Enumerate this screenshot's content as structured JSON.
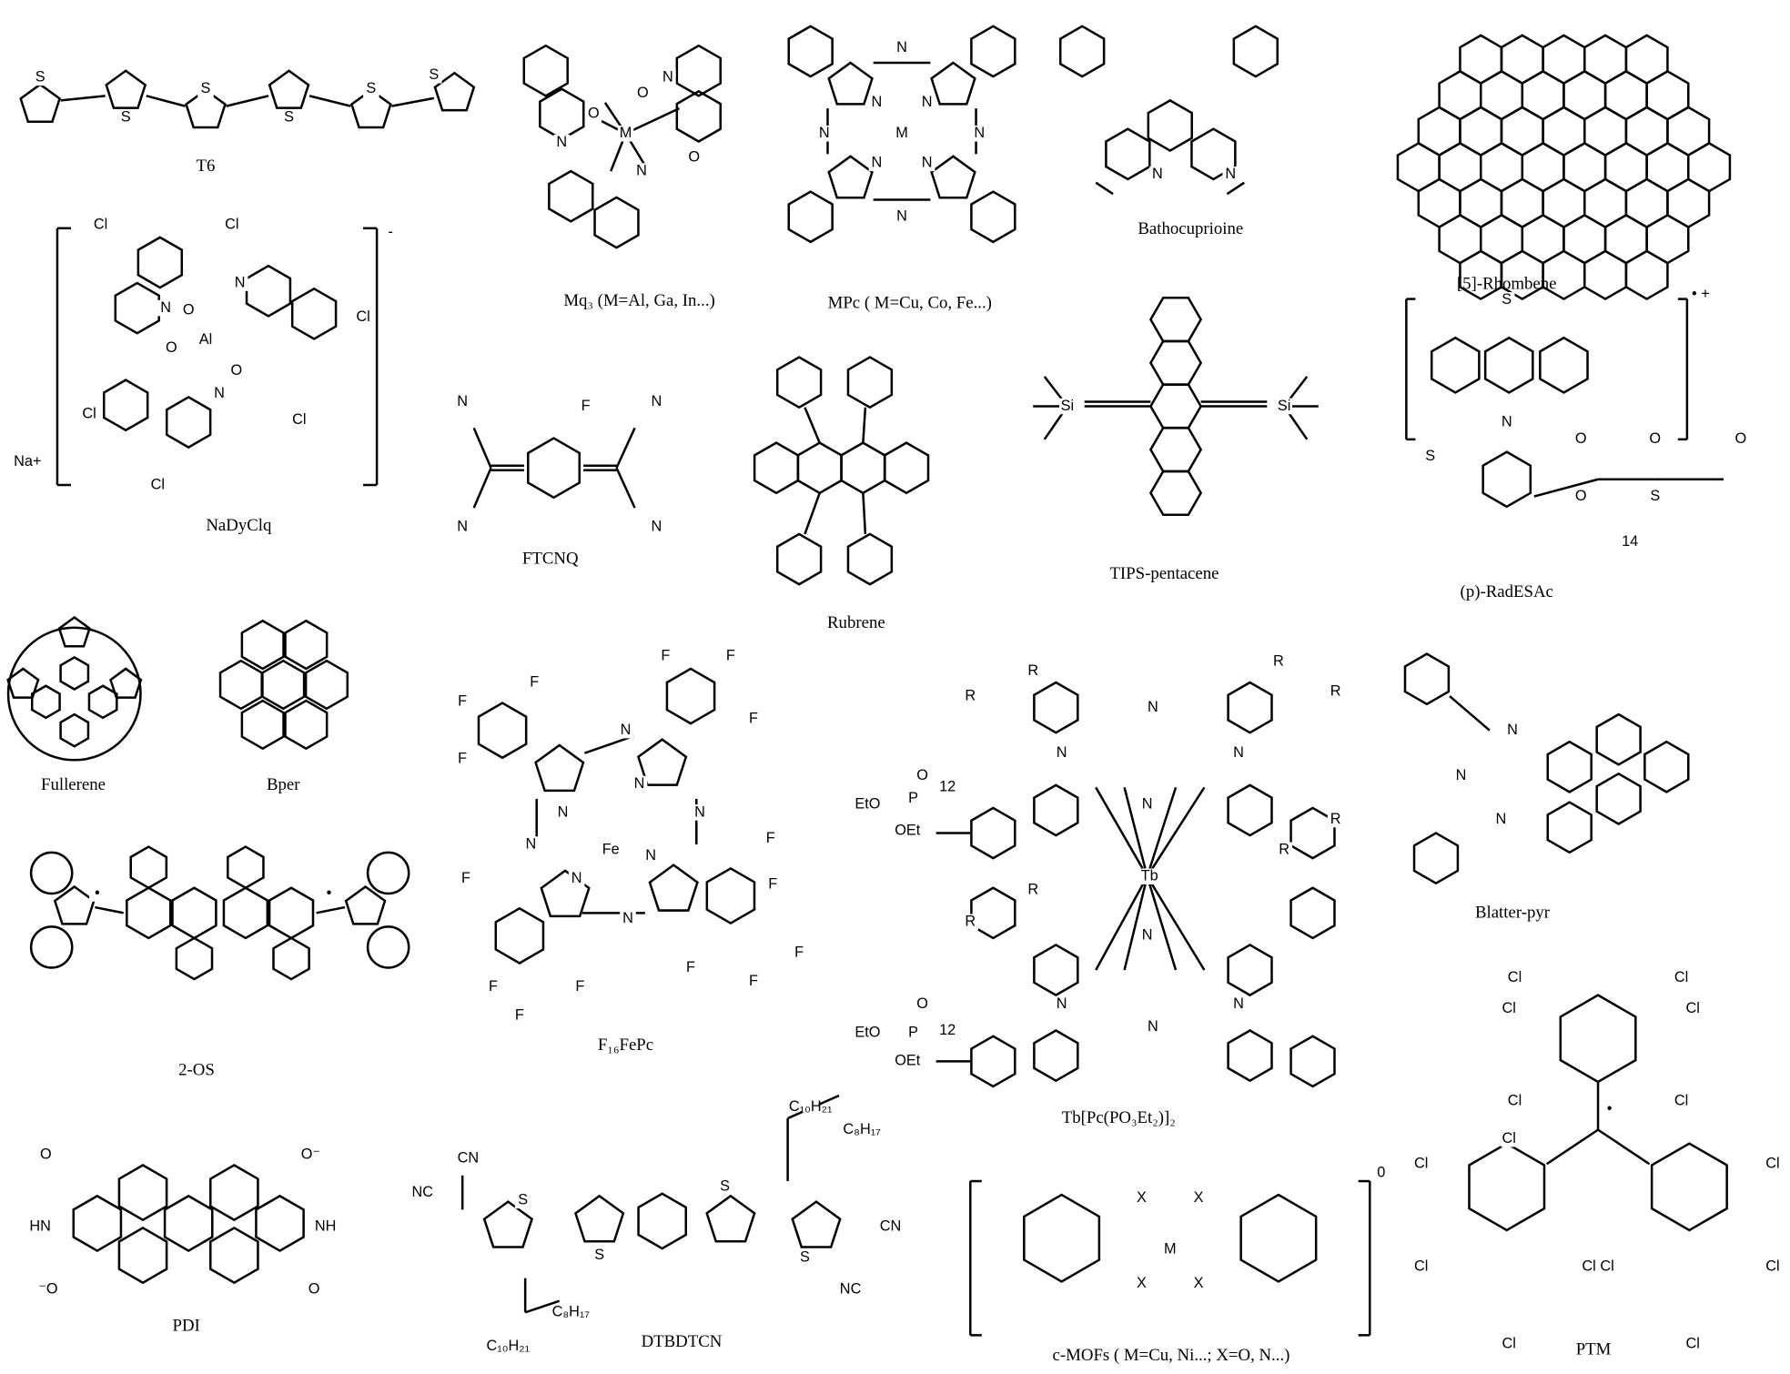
{
  "molecules": [
    {
      "id": "t6",
      "label": "T6",
      "atoms": [
        "S",
        "S",
        "S",
        "S",
        "S",
        "S"
      ]
    },
    {
      "id": "mq3",
      "label": "Mq₃ (M=Al, Ga, In...)",
      "atoms": [
        "M",
        "N",
        "N",
        "N",
        "O",
        "O",
        "O"
      ]
    },
    {
      "id": "mpc",
      "label": "MPc ( M=Cu, Co, Fe...)",
      "atoms": [
        "M",
        "N",
        "N",
        "N",
        "N",
        "N",
        "N",
        "N",
        "N"
      ]
    },
    {
      "id": "bathocuproine",
      "label": "Bathocuprioine",
      "atoms": [
        "N",
        "N"
      ]
    },
    {
      "id": "rhombene",
      "label": "[5]-Rhombene",
      "atoms": []
    },
    {
      "id": "nadyclq",
      "label": "NaDyClq",
      "atoms": [
        "Cl",
        "Cl",
        "Cl",
        "Cl",
        "Cl",
        "Cl",
        "Al",
        "N",
        "N",
        "N",
        "O",
        "O",
        "O",
        "Na+",
        "-"
      ]
    },
    {
      "id": "ftcnq",
      "label": "FTCNQ",
      "atoms": [
        "F",
        "N",
        "N",
        "N",
        "N"
      ]
    },
    {
      "id": "rubrene",
      "label": "Rubrene",
      "atoms": []
    },
    {
      "id": "tips",
      "label": "TIPS-pentacene",
      "atoms": [
        "Si",
        "Si"
      ]
    },
    {
      "id": "radesac",
      "label": "(p)-RadESAc",
      "atoms": [
        "S",
        "N",
        "S",
        "O",
        "O",
        "O",
        "14",
        "S",
        "O",
        "• +"
      ]
    },
    {
      "id": "fullerene",
      "label": "Fullerene",
      "atoms": []
    },
    {
      "id": "bper",
      "label": "Bper",
      "atoms": []
    },
    {
      "id": "f16fepc",
      "label": "F₁₆FePc",
      "atoms": [
        "Fe",
        "N",
        "N",
        "N",
        "N",
        "N",
        "N",
        "N",
        "N",
        "F",
        "F",
        "F",
        "F",
        "F",
        "F",
        "F",
        "F",
        "F",
        "F",
        "F",
        "F",
        "F",
        "F",
        "F"
      ]
    },
    {
      "id": "tbpc",
      "label": "Tb[Pc(PO₃Et₂)]₂",
      "atoms": [
        "Tb",
        "R",
        "R",
        "R",
        "R",
        "R",
        "R",
        "R",
        "R",
        "EtO",
        "OEt",
        "O",
        "P",
        "12",
        "EtO",
        "OEt",
        "O",
        "P",
        "12",
        "N",
        "N",
        "N",
        "N",
        "N",
        "N",
        "N",
        "N"
      ]
    },
    {
      "id": "blatter",
      "label": "Blatter-pyr",
      "atoms": [
        "N",
        "N",
        "N"
      ]
    },
    {
      "id": "twoos",
      "label": "2-OS",
      "atoms": [
        "•",
        "•"
      ]
    },
    {
      "id": "pdi",
      "label": "PDI",
      "atoms": [
        "O",
        "O⁻",
        "HN",
        "NH",
        "⁻O",
        "O"
      ]
    },
    {
      "id": "dtbdtcn",
      "label": "DTBDTCN",
      "atoms": [
        "CN",
        "NC",
        "S",
        "S",
        "S",
        "S",
        "CN",
        "NC",
        "C₁₀H₂₁",
        "C₈H₁₇",
        "C₈H₁₇",
        "C₁₀H₂₁"
      ]
    },
    {
      "id": "cmofs",
      "label": "c-MOFs ( M=Cu, Ni...; X=O, N...)",
      "atoms": [
        "X",
        "X",
        "X",
        "X",
        "M",
        "0"
      ]
    },
    {
      "id": "ptm",
      "label": "PTM",
      "atoms": [
        "Cl",
        "Cl",
        "Cl",
        "Cl",
        "Cl",
        "Cl",
        "Cl",
        "Cl",
        "Cl",
        "Cl",
        "Cl",
        "Cl",
        "Cl",
        "Cl",
        "Cl",
        "•"
      ]
    }
  ]
}
